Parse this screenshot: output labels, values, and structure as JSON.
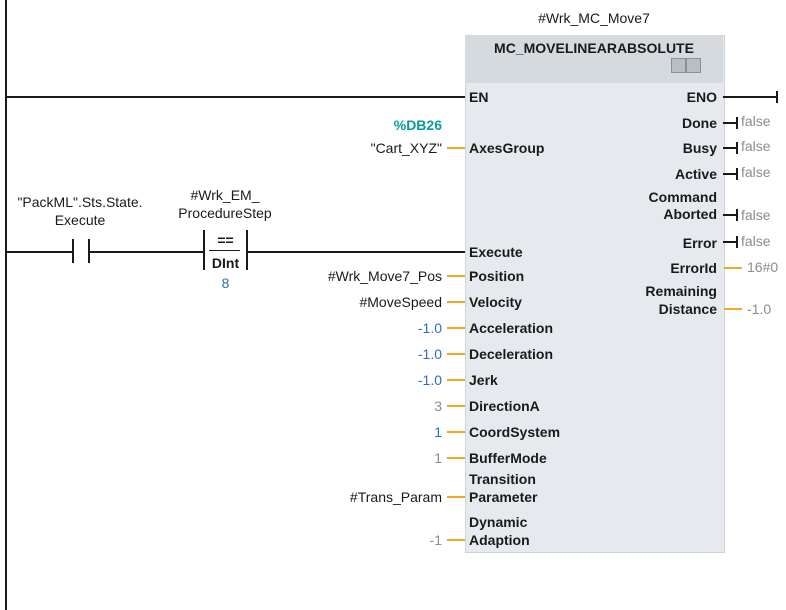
{
  "instance": "#Wrk_MC_Move7",
  "block": {
    "type": "MC_MOVELINEARABSOLUTE",
    "icons": [
      "block-properties-icon",
      "block-help-icon"
    ]
  },
  "inputs": {
    "en": "EN",
    "axes_group": "AxesGroup",
    "execute": "Execute",
    "position": "Position",
    "velocity": "Velocity",
    "acceleration": "Acceleration",
    "deceleration": "Deceleration",
    "jerk": "Jerk",
    "direction": "DirectionA",
    "coord_system": "CoordSystem",
    "buffer_mode": "BufferMode",
    "transition_1": "Transition",
    "transition_2": "Parameter",
    "dynamic_1": "Dynamic",
    "dynamic_2": "Adaption"
  },
  "outputs": {
    "eno": "ENO",
    "done": "Done",
    "busy": "Busy",
    "active": "Active",
    "command_1": "Command",
    "command_2": "Aborted",
    "error": "Error",
    "error_id": "ErrorId",
    "remaining_1": "Remaining",
    "remaining_2": "Distance"
  },
  "output_values": {
    "done": "false",
    "busy": "false",
    "active": "false",
    "command_aborted": "false",
    "error": "false",
    "error_id": "16#0",
    "remaining_distance": "-1.0"
  },
  "input_values": {
    "db": "%DB26",
    "axes_group": "\"Cart_XYZ\"",
    "position": "#Wrk_Move7_Pos",
    "velocity": "#MoveSpeed",
    "acceleration": "-1.0",
    "deceleration": "-1.0",
    "jerk": "-1.0",
    "direction": "3",
    "coord_system": "1",
    "buffer_mode": "1",
    "transition": "#Trans_Param",
    "dynamic": "-1"
  },
  "contact": {
    "tag_1": "\"PackML\".Sts.State.",
    "tag_2": "Execute"
  },
  "comparator": {
    "tag_1": "#Wrk_EM_",
    "tag_2": "ProcedureStep",
    "operator": "==",
    "datatype": "DInt",
    "operand": "8"
  },
  "colors": {
    "block_bg": "#e6e9ed",
    "wire": "#1a1a1a",
    "input_wire": "#f5a623",
    "constant_blue": "#2f6ebd",
    "db_teal": "#0a9a9a",
    "false_gray": "#8c8c8c"
  }
}
